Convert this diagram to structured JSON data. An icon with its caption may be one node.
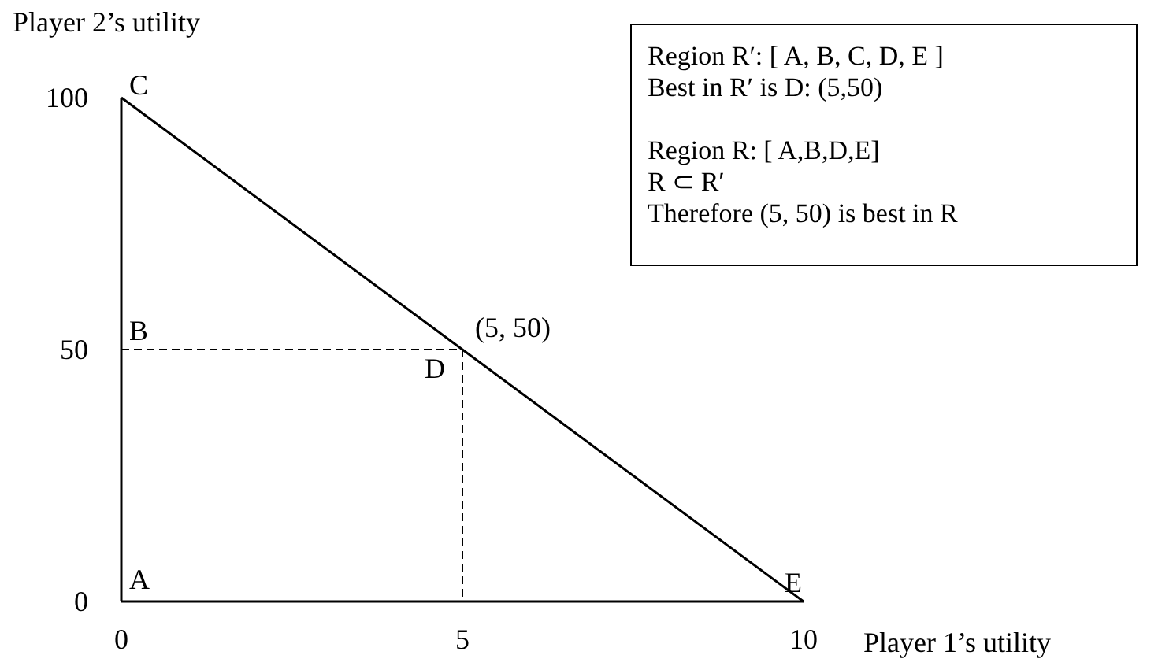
{
  "diagram": {
    "nodes": [
      {
        "text": [
          "Region R′: [ A, B, C, D, E ]",
          "Best in R′ is D: (5,50)",
          "Region R: [ A,B,D,E]",
          "R ⊂ R′",
          "Therefore (5, 50) is best in R"
        ]
      }
    ],
    "edges": [],
    "chart_data": {
      "type": "line",
      "xlabel": "Player 1’s utility",
      "ylabel": "Player 2’s utility",
      "x": [
        0,
        5,
        10
      ],
      "series": [
        {
          "color": "#000000",
          "values": [
            100,
            50,
            0
          ]
        }
      ],
      "xlim": [
        0,
        10
      ],
      "ylim": [
        0,
        100
      ],
      "xticks": [
        0,
        5,
        10
      ],
      "yticks": [
        0,
        50,
        100
      ],
      "annotations": [
        {
          "x": 0,
          "y": 100,
          "text": "C"
        },
        "B",
        {
          "x": 5,
          "y": 50,
          "text": "(5, 50)"
        },
        {
          "x": 5,
          "y": 50,
          "text": "D"
        },
        "A",
        {
          "x": 10,
          "y": 0,
          "text": "E"
        }
      ]
    }
  }
}
